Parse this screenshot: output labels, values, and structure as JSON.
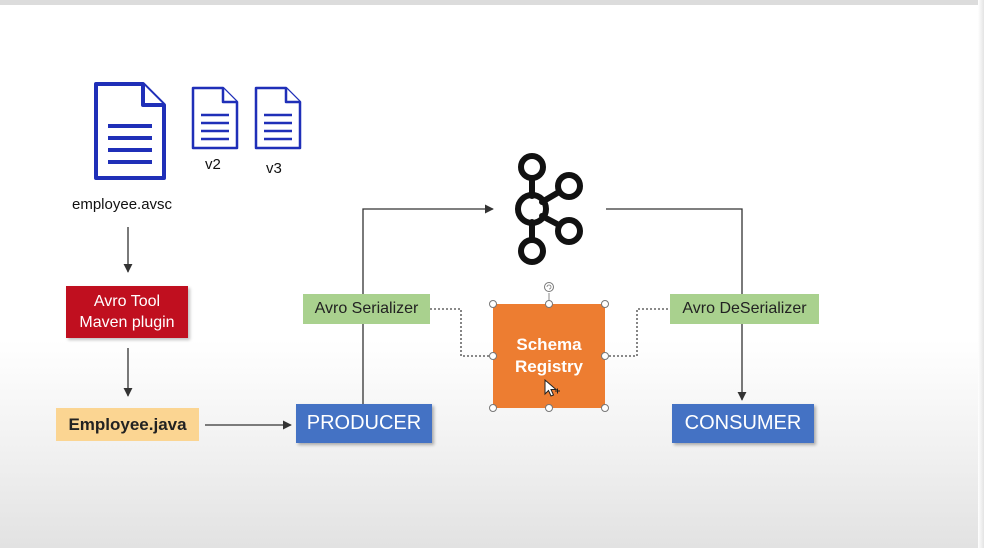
{
  "files": {
    "main": {
      "label": "employee.avsc"
    },
    "v2": {
      "label": "v2"
    },
    "v3": {
      "label": "v3"
    }
  },
  "nodes": {
    "avro_tool": {
      "line1": "Avro Tool",
      "line2": "Maven plugin"
    },
    "employee_java": {
      "label": "Employee.java"
    },
    "producer": {
      "label": "PRODUCER"
    },
    "consumer": {
      "label": "CONSUMER"
    },
    "avro_serializer": {
      "label": "Avro Serializer"
    },
    "avro_deserializer": {
      "label": "Avro DeSerializer"
    },
    "schema_registry": {
      "line1": "Schema",
      "line2": "Registry"
    }
  },
  "colors": {
    "file_icon": "#1f2fb8",
    "avro_tool": "#c00f1f",
    "employee_java": "#fbd592",
    "producer_consumer": "#4472c4",
    "serializer": "#a9d18e",
    "schema_registry": "#ed7d31"
  },
  "icons": {
    "kafka": "kafka-logo-icon",
    "document": "document-icon"
  }
}
